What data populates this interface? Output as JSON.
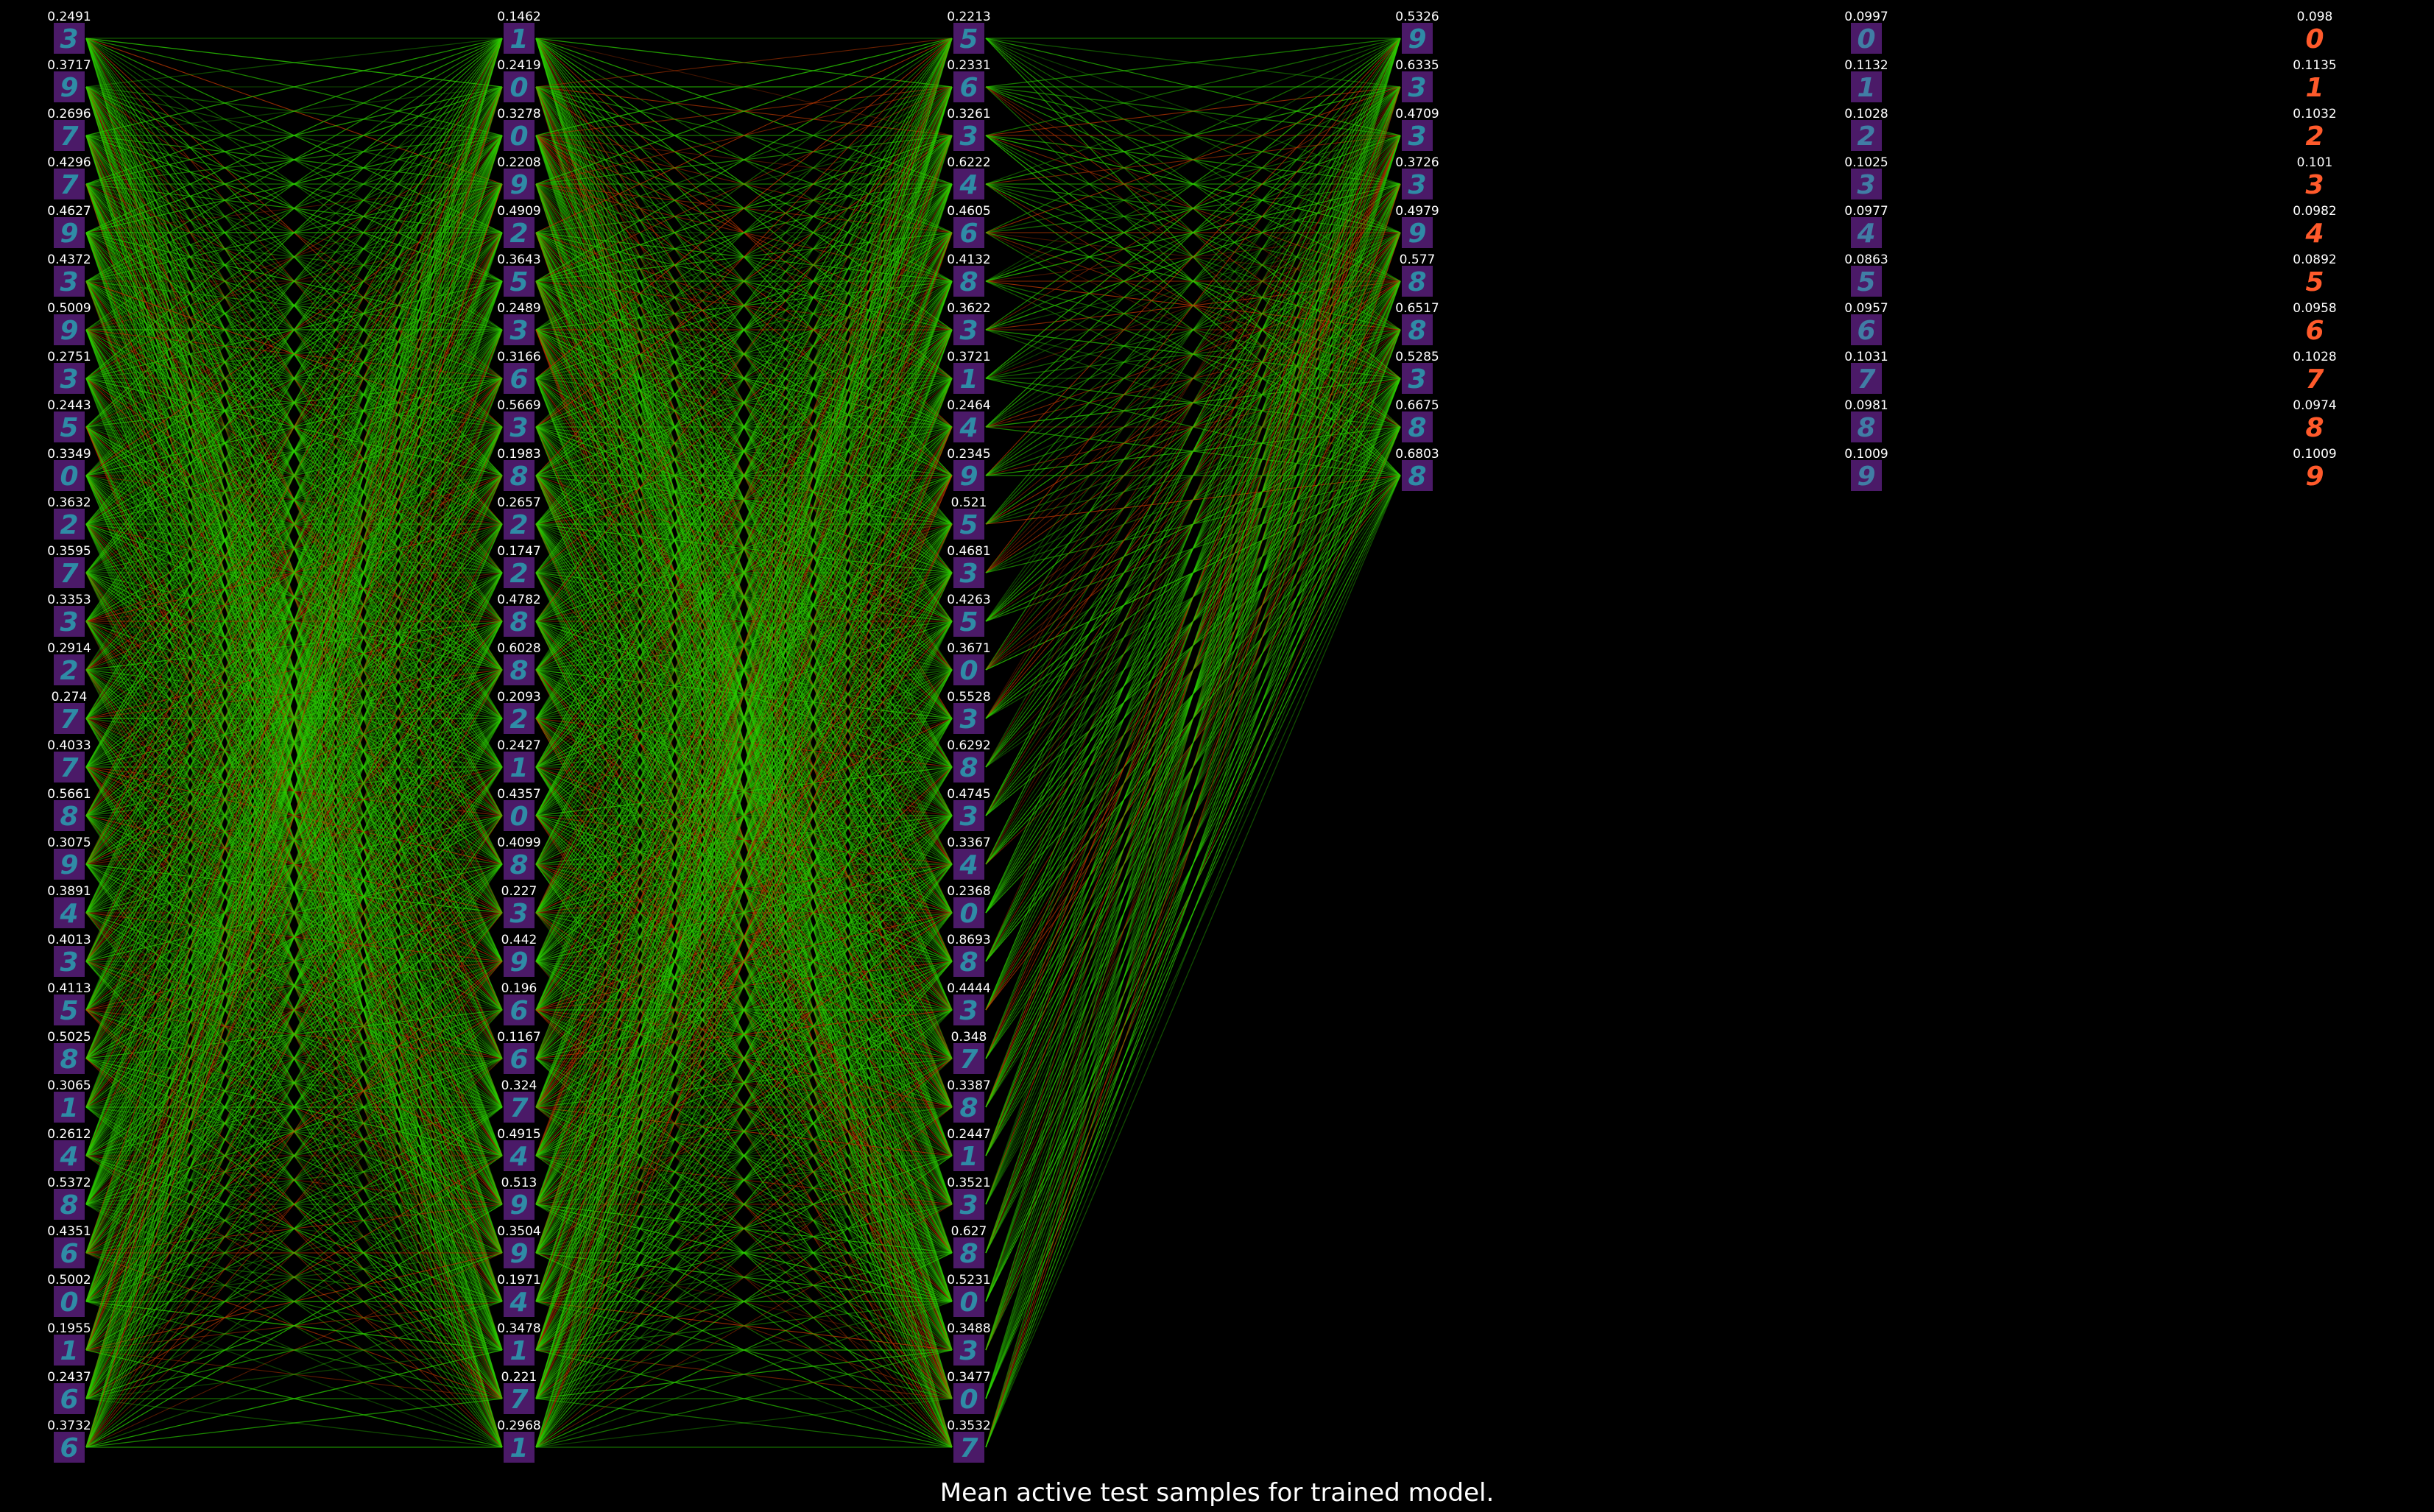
{
  "caption": "Mean active test samples for trained model.",
  "colors": {
    "background": "#000000",
    "positive_edge": "#2bd100",
    "negative_edge": "#c43a00",
    "hidden_tile_bg": "#4b1a68",
    "hidden_digit": "#2aa0b2",
    "output_tile_bg": "#4b1a68",
    "output_digit_hot": "#ff5a2b",
    "output_digit_cool": "#3f8fb0",
    "label_text": "#ffffff"
  },
  "layers": [
    {
      "name": "hidden-1",
      "values": [
        "0.2491",
        "0.3717",
        "0.2696",
        "0.4296",
        "0.4627",
        "0.4372",
        "0.5009",
        "0.2751",
        "0.2443",
        "0.3349",
        "0.3632",
        "0.3595",
        "0.3353",
        "0.2914",
        "0.274",
        "0.4033",
        "0.5661",
        "0.3075",
        "0.3891",
        "0.4013",
        "0.4113",
        "0.5025",
        "0.3065",
        "0.2612",
        "0.5372",
        "0.4351",
        "0.5002",
        "0.1955",
        "0.2437",
        "0.3732"
      ],
      "glyphs": [
        "3",
        "9",
        "7",
        "7",
        "9",
        "3",
        "9",
        "3",
        "5",
        "0",
        "2",
        "7",
        "3",
        "2",
        "7",
        "7",
        "8",
        "9",
        "4",
        "3",
        "5",
        "8",
        "1",
        "4",
        "8",
        "6",
        "0",
        "1",
        "6",
        "6"
      ],
      "style": "hidden"
    },
    {
      "name": "hidden-2",
      "values": [
        "0.1462",
        "0.2419",
        "0.3278",
        "0.2208",
        "0.4909",
        "0.3643",
        "0.2489",
        "0.3166",
        "0.5669",
        "0.1983",
        "0.2657",
        "0.1747",
        "0.4782",
        "0.6028",
        "0.2093",
        "0.2427",
        "0.4357",
        "0.4099",
        "0.227",
        "0.442",
        "0.196",
        "0.1167",
        "0.324",
        "0.4915",
        "0.513",
        "0.3504",
        "0.1971",
        "0.3478",
        "0.221",
        "0.2968"
      ],
      "glyphs": [
        "1",
        "0",
        "0",
        "9",
        "2",
        "5",
        "3",
        "6",
        "3",
        "8",
        "2",
        "2",
        "8",
        "8",
        "2",
        "1",
        "0",
        "8",
        "3",
        "9",
        "6",
        "6",
        "7",
        "4",
        "9",
        "9",
        "4",
        "1",
        "7",
        "1"
      ],
      "style": "hidden"
    },
    {
      "name": "hidden-3",
      "values": [
        "0.2213",
        "0.2331",
        "0.3261",
        "0.6222",
        "0.4605",
        "0.4132",
        "0.3622",
        "0.3721",
        "0.2464",
        "0.2345",
        "0.521",
        "0.4681",
        "0.4263",
        "0.3671",
        "0.5528",
        "0.6292",
        "0.4745",
        "0.3367",
        "0.2368",
        "0.8693",
        "0.4444",
        "0.348",
        "0.3387",
        "0.2447",
        "0.3521",
        "0.627",
        "0.5231",
        "0.3488",
        "0.3477",
        "0.3532"
      ],
      "glyphs": [
        "5",
        "6",
        "3",
        "4",
        "6",
        "8",
        "3",
        "1",
        "4",
        "9",
        "5",
        "3",
        "5",
        "0",
        "3",
        "8",
        "3",
        "4",
        "0",
        "8",
        "3",
        "7",
        "8",
        "1",
        "3",
        "8",
        "0",
        "3",
        "0",
        "7"
      ],
      "style": "hidden"
    },
    {
      "name": "hidden-4",
      "values": [
        "0.5326",
        "0.6335",
        "0.4709",
        "0.3726",
        "0.4979",
        "0.577",
        "0.6517",
        "0.5285",
        "0.6675",
        "0.6803"
      ],
      "glyphs": [
        "9",
        "3",
        "3",
        "3",
        "9",
        "8",
        "8",
        "3",
        "8",
        "8"
      ],
      "style": "hidden"
    },
    {
      "name": "output-mean",
      "values": [
        "0.0997",
        "0.1132",
        "0.1028",
        "0.1025",
        "0.0977",
        "0.0863",
        "0.0957",
        "0.1031",
        "0.0981",
        "0.1009"
      ],
      "glyphs": [
        "0",
        "1",
        "2",
        "3",
        "4",
        "5",
        "6",
        "7",
        "8",
        "9"
      ],
      "style": "output-cool"
    },
    {
      "name": "output-class",
      "values": [
        "0.098",
        "0.1135",
        "0.1032",
        "0.101",
        "0.0982",
        "0.0892",
        "0.0958",
        "0.1028",
        "0.0974",
        "0.1009"
      ],
      "glyphs": [
        "0",
        "1",
        "2",
        "3",
        "4",
        "5",
        "6",
        "7",
        "8",
        "9"
      ],
      "style": "output-hot"
    }
  ]
}
